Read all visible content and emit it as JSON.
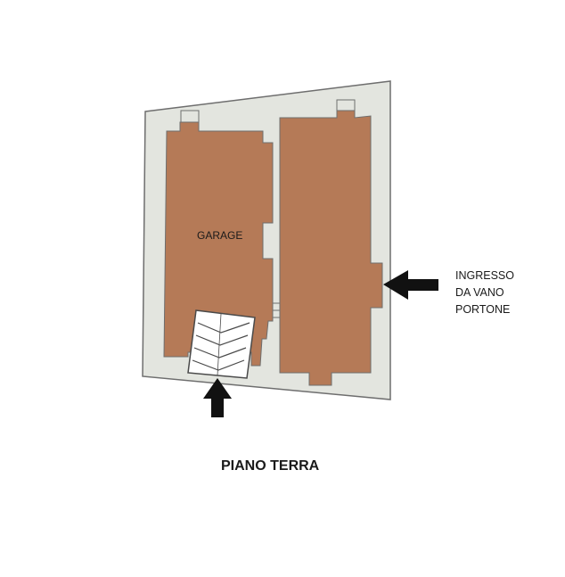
{
  "plan": {
    "room_label": "GARAGE",
    "entrance_lines": [
      "INGRESSO",
      "DA VANO",
      "PORTONE"
    ],
    "floor_title": "PIANO TERRA"
  },
  "colors": {
    "wall": "#e3e5df",
    "wall_outline": "#6e6e6e",
    "floor": "#b57a57",
    "arrow": "#111111",
    "stair_fill": "#ffffff"
  },
  "icons": [
    "arrow-left-icon",
    "arrow-up-icon",
    "stair-icon"
  ]
}
